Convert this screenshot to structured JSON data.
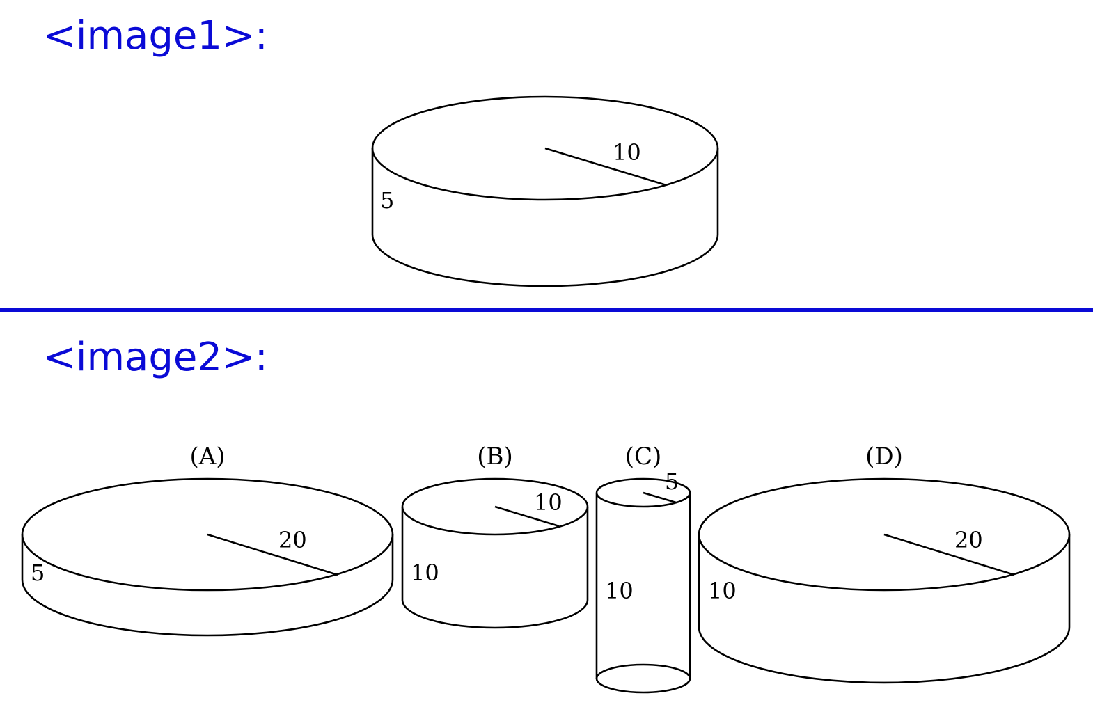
{
  "labels": {
    "image1": "<image1>:",
    "image2": "<image2>:"
  },
  "colors": {
    "label_text": "#0a0ad6",
    "divider": "#0a0ad6",
    "drawing": "#000000"
  },
  "image1": {
    "cylinder": {
      "radius_label": "10",
      "height_label": "5"
    }
  },
  "image2": {
    "options": [
      {
        "caption": "(A)",
        "radius_label": "20",
        "height_label": "5"
      },
      {
        "caption": "(B)",
        "radius_label": "10",
        "height_label": "10"
      },
      {
        "caption": "(C)",
        "radius_label": "5",
        "height_label": "10"
      },
      {
        "caption": "(D)",
        "radius_label": "20",
        "height_label": "10"
      }
    ]
  }
}
